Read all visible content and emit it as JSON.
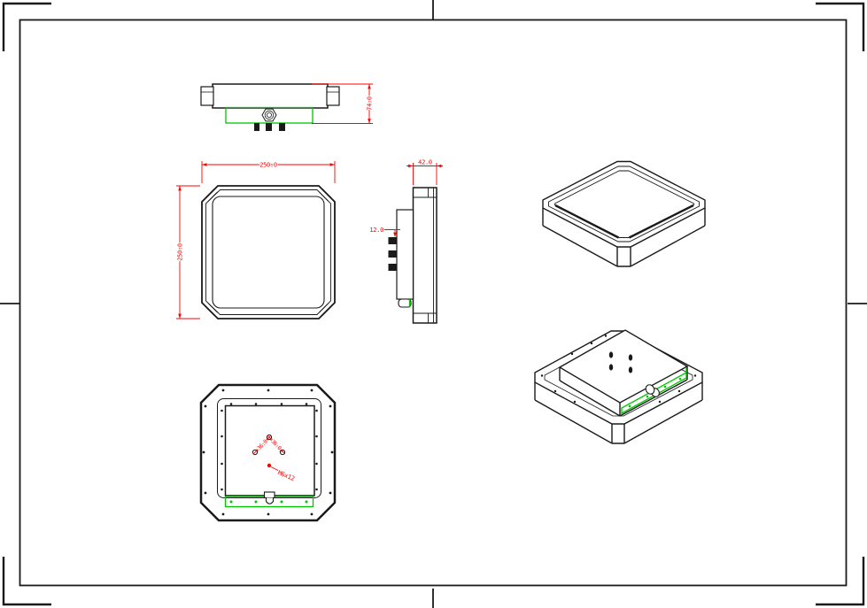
{
  "drawing": {
    "dims": {
      "rear_height": "74.0",
      "front_width": "250.0",
      "front_height": "250.0",
      "side_depth": "42.0",
      "side_tab": "12.0",
      "hole_spacing_left": "36.0",
      "hole_spacing_right": "36.0",
      "thread_callout": "M6x12"
    },
    "colors": {
      "line": "#1a1a1a",
      "dimension": "#ff0000",
      "highlight": "#00c400"
    }
  }
}
